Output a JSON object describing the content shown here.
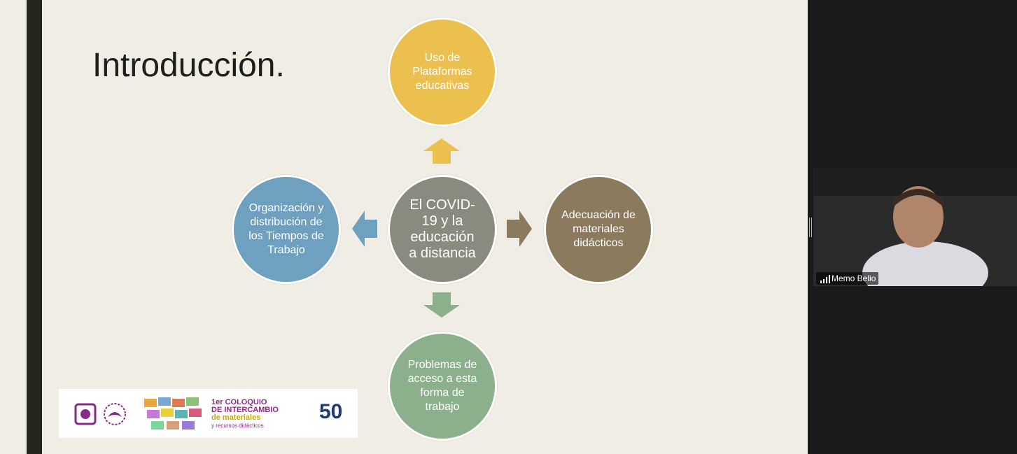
{
  "slide": {
    "title": "Introducción.",
    "center": {
      "line1": "El COVID-",
      "line2": "19 y la",
      "line3": "educación",
      "line4": "a distancia",
      "color": "#8a8a7f"
    },
    "top": {
      "text": "Uso de Plataformas educativas",
      "color": "#ecc04f"
    },
    "right": {
      "text": "Adecuación de materiales didácticos",
      "color": "#8b7a5d"
    },
    "bottom": {
      "text": "Problemas de acceso a esta forma de trabajo",
      "color": "#8cb08c"
    },
    "left": {
      "text": "Organización y distribución de los Tiempos de Trabajo",
      "color": "#6fa0c0"
    }
  },
  "logo_bar": {
    "line1": "1er COLOQUIO",
    "line2": "DE INTERCAMBIO",
    "line3": "de materiales",
    "line4": "y recursos didácticos",
    "number": "50"
  },
  "participant": {
    "name": "Memo Belio",
    "icons": [
      "signal-bars-icon"
    ]
  }
}
